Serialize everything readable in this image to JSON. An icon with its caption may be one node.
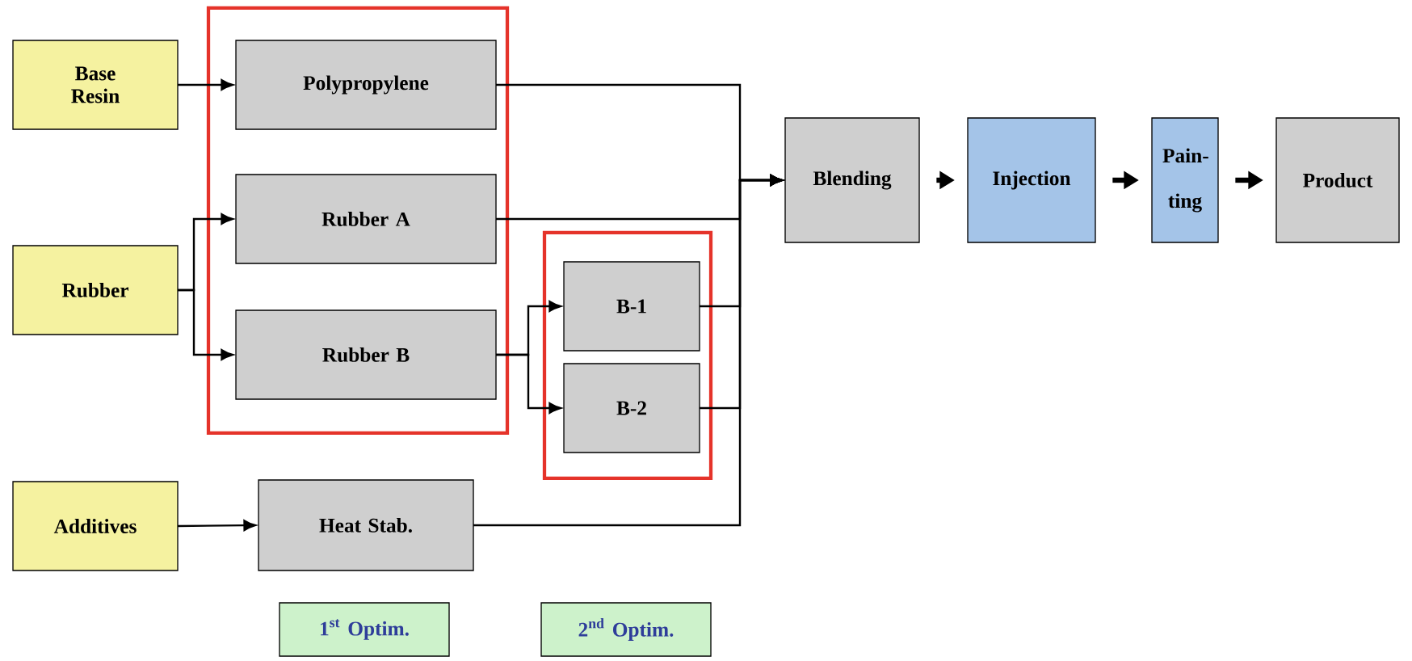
{
  "diagram": {
    "nodes": [
      {
        "text": [
          "Base Resin"
        ]
      },
      {
        "text": [
          "Rubber"
        ]
      },
      {
        "text": [
          "Additives"
        ]
      },
      {
        "text": [],
        "shape": "box"
      },
      {
        "text": [
          "Polypropylene"
        ],
        "in": 3
      },
      {
        "text": [
          "Rubber A"
        ],
        "in": 3
      },
      {
        "text": [
          "Rubber B"
        ],
        "in": 3
      },
      {
        "text": [],
        "shape": "box"
      },
      {
        "text": [
          "B-1"
        ],
        "in": 7
      },
      {
        "text": [
          "B-2"
        ],
        "in": 7
      },
      {
        "text": [
          "Heat Stab."
        ]
      },
      {
        "text": [
          "Blending"
        ]
      },
      {
        "text": [
          "Injection"
        ]
      },
      {
        "text": [
          "Pain- ting"
        ]
      },
      {
        "text": [
          "Product"
        ]
      },
      {
        "text": [
          "1$^{st}$ Optim."
        ]
      },
      {
        "text": [
          "2$^{nd}$ Optim."
        ]
      }
    ],
    "edges": [
      {
        "from": 0,
        "to": 4,
        "arrow": "to"
      },
      {
        "from": 1,
        "to": 5,
        "arrow": "to"
      },
      {
        "from": 1,
        "to": 6,
        "arrow": "to"
      },
      {
        "from": 2,
        "to": 10,
        "arrow": "to"
      },
      {
        "from": 6,
        "to": 8,
        "arrow": "to"
      },
      {
        "from": 6,
        "to": 9,
        "arrow": "to"
      },
      {
        "from": 4,
        "to": 11,
        "arrow": "to"
      },
      {
        "from": 5,
        "to": 11,
        "arrow": "to"
      },
      {
        "from": 8,
        "to": 11,
        "arrow": "to"
      },
      {
        "from": 9,
        "to": 11,
        "arrow": "to"
      },
      {
        "from": 10,
        "to": 11,
        "arrow": "to"
      },
      {
        "from": 11,
        "to": 12,
        "arrow": "to",
        "style": "thick"
      },
      {
        "from": 12,
        "to": 13,
        "arrow": "to",
        "style": "thick"
      },
      {
        "from": 13,
        "to": 14,
        "arrow": "to",
        "style": "thick"
      }
    ]
  }
}
